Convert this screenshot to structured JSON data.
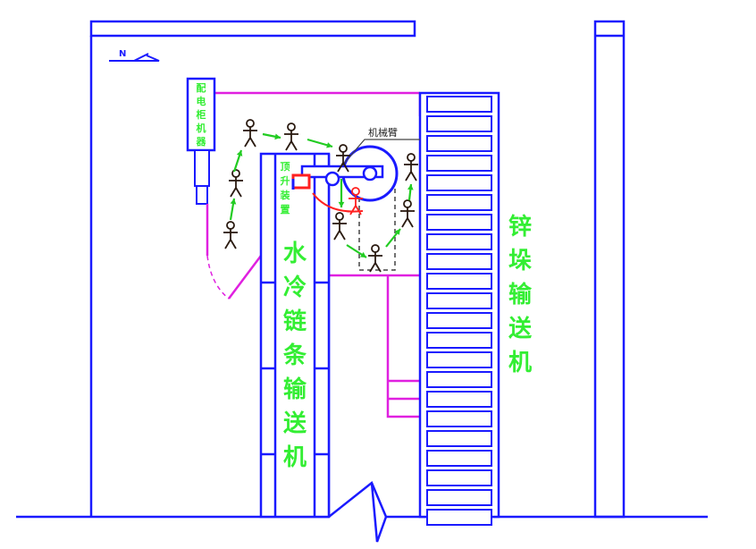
{
  "labels": {
    "north": "N",
    "cabinet": [
      "配",
      "电",
      "柜",
      "机",
      "器"
    ],
    "lifting": [
      "顶",
      "升",
      "装",
      "置"
    ],
    "water_conveyor": [
      "水",
      "冷",
      "链",
      "条",
      "输",
      "送",
      "机"
    ],
    "zinc_conveyor": [
      "锌",
      "垛",
      "输",
      "送",
      "机"
    ],
    "robot_arm": "机械臂"
  },
  "colors": {
    "structure": "#1a1aff",
    "wiring": "#e020e0",
    "text": "#33ee33",
    "arrow": "#22cc22",
    "figure": "#2a1a10",
    "highlight": "#ff2020"
  }
}
